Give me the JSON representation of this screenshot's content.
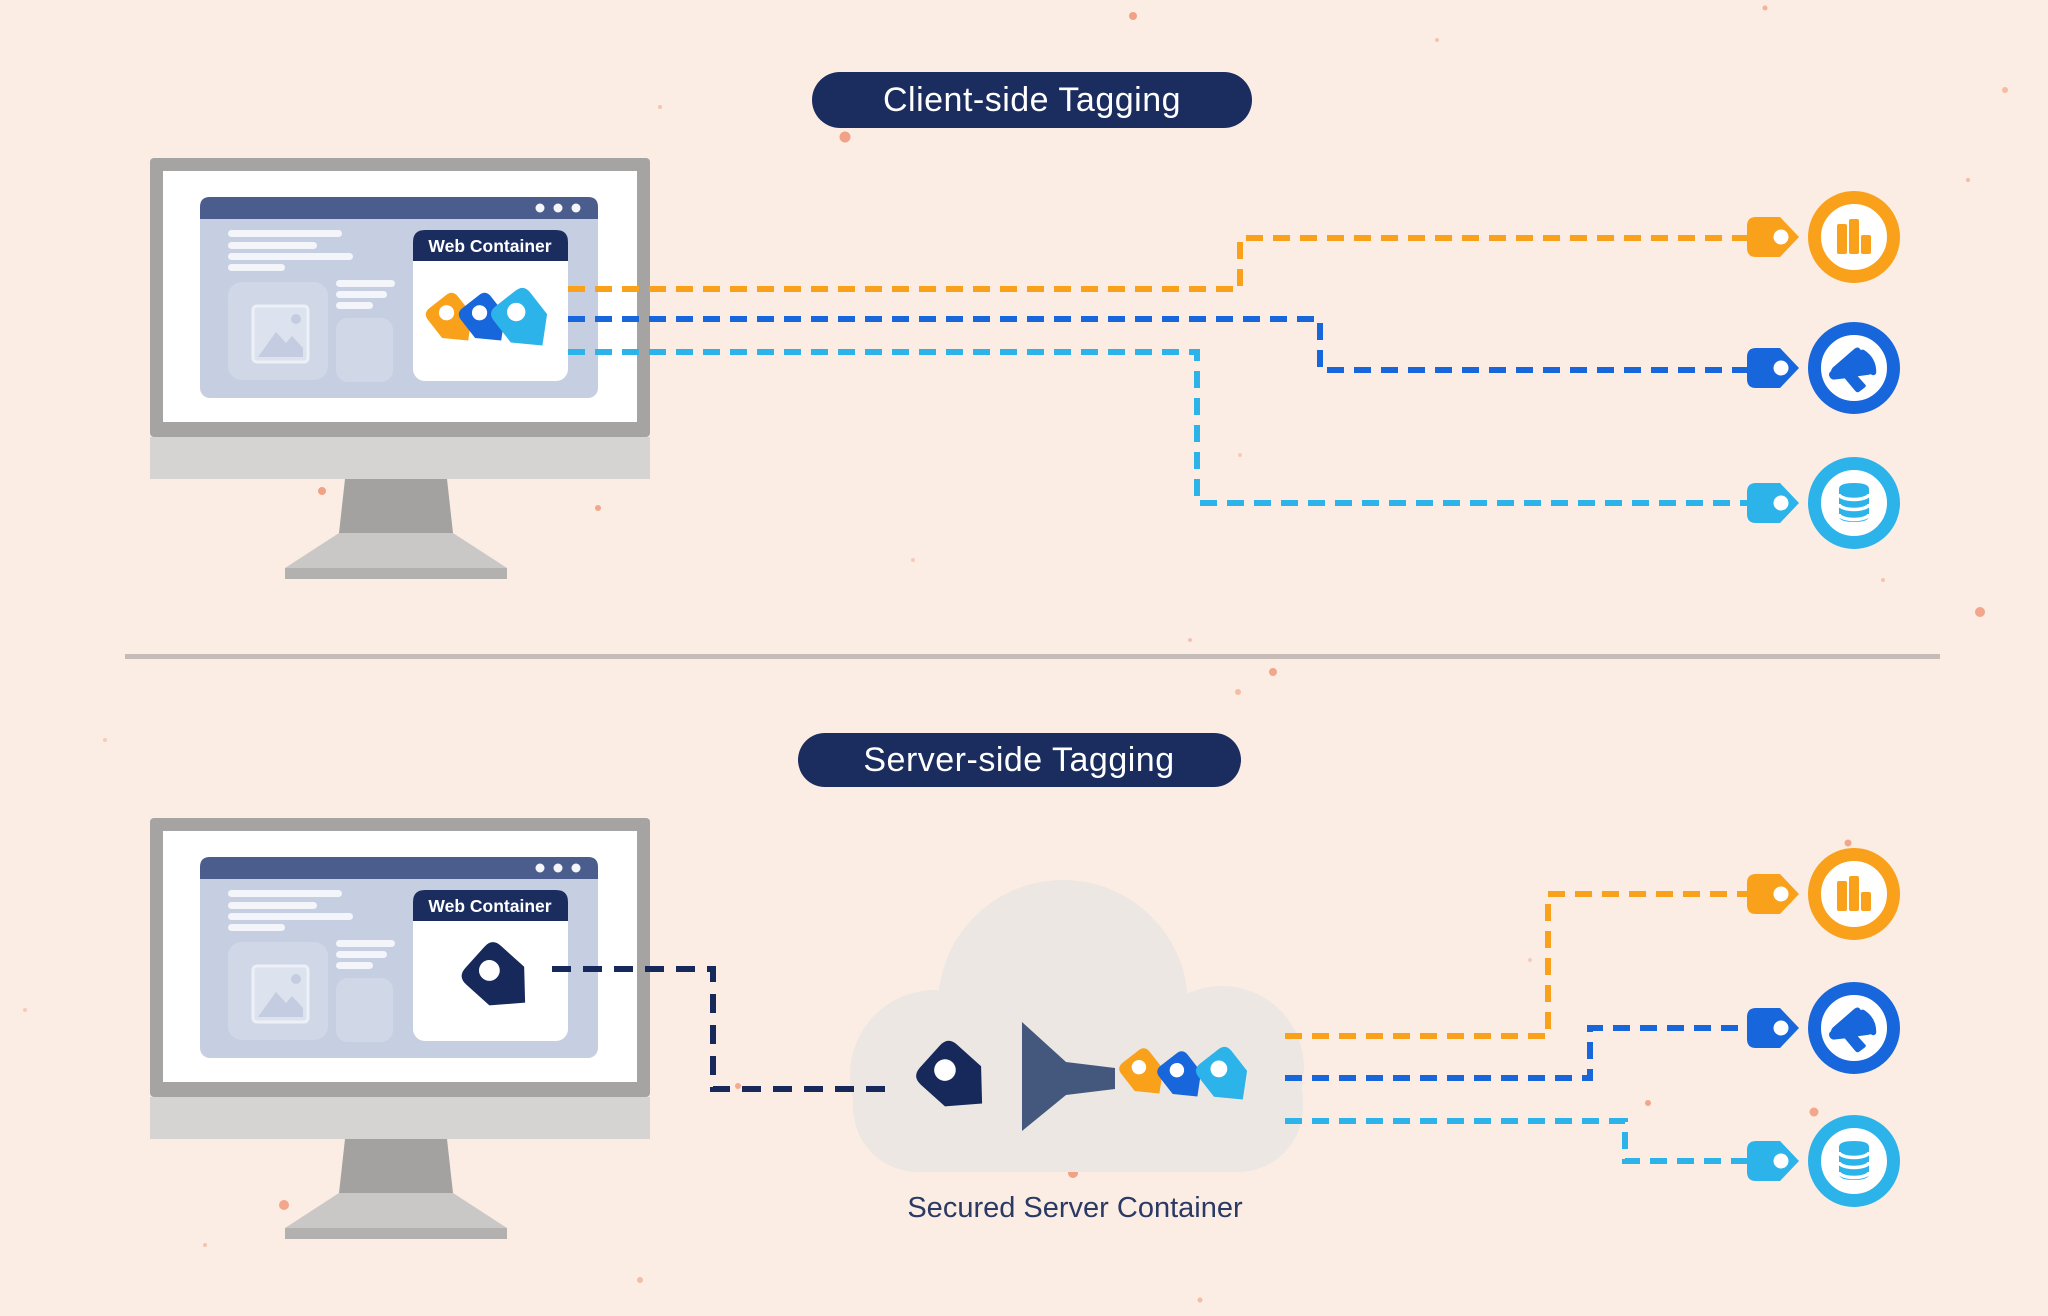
{
  "client_section": {
    "badge_label": "Client-side Tagging",
    "web_container_label": "Web Container"
  },
  "server_section": {
    "badge_label": "Server-side Tagging",
    "web_container_label": "Web Container",
    "cloud_label": "Secured Server Container"
  },
  "destinations": [
    {
      "id": "analytics",
      "icon": "bar-chart-icon",
      "color": "#F9A11B"
    },
    {
      "id": "advertising",
      "icon": "megaphone-icon",
      "color": "#1866DB"
    },
    {
      "id": "storage",
      "icon": "database-icon",
      "color": "#2CB3E9"
    }
  ],
  "colors": {
    "background": "#FBEDE4",
    "navy": "#1B2D5E",
    "tag_navy": "#17295A",
    "slate_blue": "#4A5D8C",
    "orange": "#F9A11B",
    "blue": "#1866DB",
    "light_blue": "#2CB3E9",
    "cloud_gray": "#ECE7E2",
    "monitor_gray": "#A5A4A3",
    "screen_content": "#C6CFE2",
    "divider": "#C6BBB6",
    "salmon": "#F0997B",
    "label_text": "#2B3A64"
  }
}
